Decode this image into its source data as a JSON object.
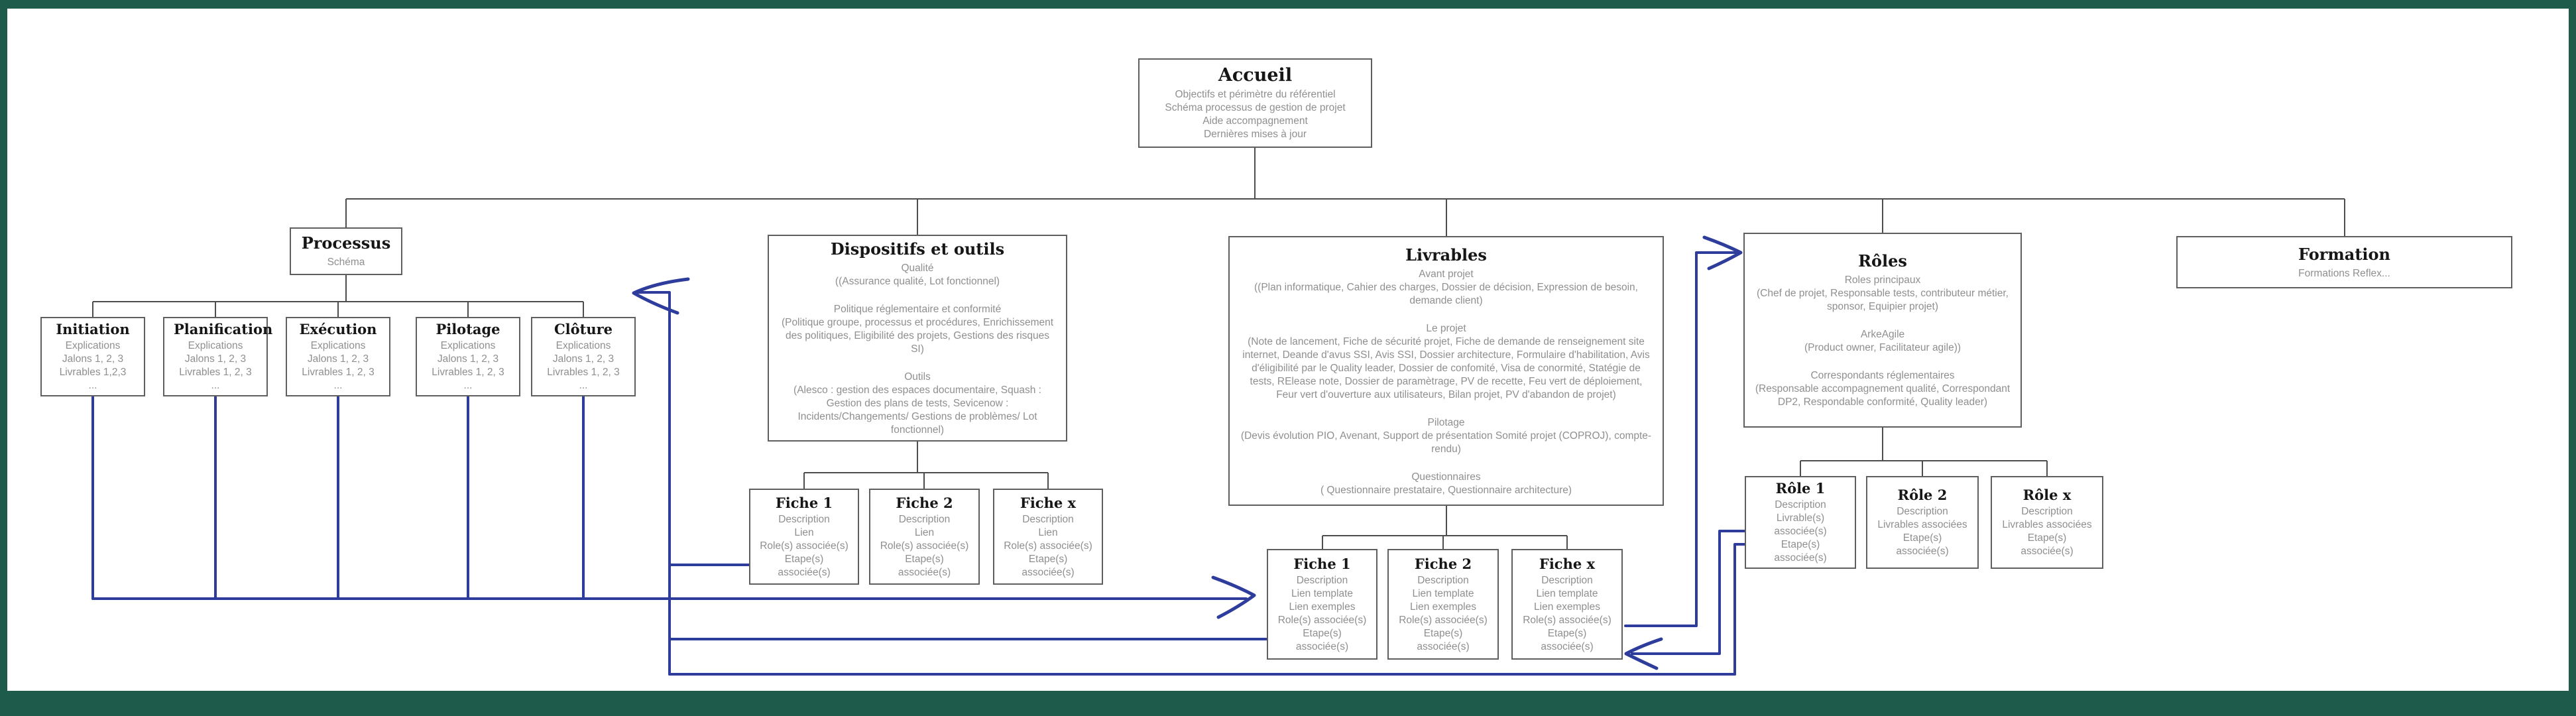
{
  "colors": {
    "frame_green": "#1f5b4b",
    "annotation_blue": "#2e3d9b",
    "tree_gray": "#4d4d4d",
    "box_border_gray": "#5f5f5f",
    "body_text_gray": "#8f8f8f",
    "title_text": "#161616"
  },
  "diagram": {
    "accueil": {
      "title": "Accueil",
      "lines": [
        "Objectifs et périmètre du référentiel",
        "Schéma processus de gestion de projet",
        "Aide accompagnement",
        "Dernières mises à jour"
      ]
    },
    "processus": {
      "title": "Processus",
      "lines": [
        "Schéma"
      ]
    },
    "etapes": [
      {
        "title": "Initiation",
        "lines": [
          "Explications",
          "Jalons 1, 2, 3",
          "Livrables 1,2,3",
          "..."
        ]
      },
      {
        "title": "Planification",
        "lines": [
          "Explications",
          "Jalons 1, 2, 3",
          "Livrables 1, 2, 3",
          "..."
        ]
      },
      {
        "title": "Exécution",
        "lines": [
          "Explications",
          "Jalons 1, 2, 3",
          "Livrables 1, 2, 3",
          "..."
        ]
      },
      {
        "title": "Pilotage",
        "lines": [
          "Explications",
          "Jalons 1, 2, 3",
          "Livrables 1, 2, 3",
          "..."
        ]
      },
      {
        "title": "Clôture",
        "lines": [
          "Explications",
          "Jalons 1, 2, 3",
          "Livrables 1, 2, 3",
          "..."
        ]
      }
    ],
    "dispositifs": {
      "title": "Dispositifs et outils",
      "lines": [
        "Qualité",
        "((Assurance qualité, Lot fonctionnel)",
        "",
        "Politique réglementaire et conformité",
        "(Politique groupe, processus et procédures, Enrichissement des politiques, Eligibilité des projets, Gestions des risques SI)",
        "",
        "Outils",
        "(Alesco : gestion des espaces documentaire, Squash : Gestion des plans de tests, Sevicenow : Incidents/Changements/ Gestions de problèmes/ Lot fonctionnel)"
      ]
    },
    "livrables": {
      "title": "Livrables",
      "lines": [
        "Avant projet",
        "((Plan informatique, Cahier des charges, Dossier de décision, Expression de besoin, demande client)",
        "",
        "Le projet",
        "(Note de lancement, Fiche de sécurité projet, Fiche de demande de renseignement site internet, Deande d'avus SSI, Avis SSI, Dossier architecture, Formulaire d'habilitation, Avis d'éligibilité par le Quality leader, Dossier de confomité, Visa de conormité, Statégie de tests, RElease note, Dossier de paramètrage, PV de recette, Feu vert de déploiement, Feur vert d'ouverture aux utilisateurs, Bilan projet, PV d'abandon de projet)",
        "",
        "Pilotage",
        "(Devis évolution PIO, Avenant, Support de présentation Somité projet (COPROJ), compte-rendu)",
        "",
        "Questionnaires",
        "( Questionnaire prestataire, Questionnaire architecture)"
      ]
    },
    "roles": {
      "title": "Rôles",
      "lines": [
        "Roles principaux",
        "(Chef de projet, Responsable tests, contributeur métier, sponsor, Equipier projet)",
        "",
        "ArkeAgile",
        "(Product owner, Facilitateur agile))",
        "",
        "Correspondants réglementaires",
        "(Responsable accompagnement qualité, Correspondant DP2, Respondable conformité, Quality leader)"
      ]
    },
    "formation": {
      "title": "Formation",
      "lines": [
        "Formations Reflex..."
      ]
    },
    "fiches_dispositifs": [
      {
        "title": "Fiche 1",
        "lines": [
          "Description",
          "Lien",
          "Role(s) associée(s)",
          "Etape(s) associée(s)"
        ]
      },
      {
        "title": "Fiche 2",
        "lines": [
          "Description",
          "Lien",
          "Role(s) associée(s)",
          "Etape(s) associée(s)"
        ]
      },
      {
        "title": "Fiche x",
        "lines": [
          "Description",
          "Lien",
          "Role(s) associée(s)",
          "Etape(s) associée(s)"
        ]
      }
    ],
    "fiches_livrables": [
      {
        "title": "Fiche 1",
        "lines": [
          "Description",
          "Lien template",
          "Lien exemples",
          "Role(s) associée(s)",
          "Etape(s) associée(s)"
        ]
      },
      {
        "title": "Fiche 2",
        "lines": [
          "Description",
          "Lien template",
          "Lien exemples",
          "Role(s) associée(s)",
          "Etape(s) associée(s)"
        ]
      },
      {
        "title": "Fiche x",
        "lines": [
          "Description",
          "Lien template",
          "Lien exemples",
          "Role(s) associée(s)",
          "Etape(s) associée(s)"
        ]
      }
    ],
    "fiches_roles": [
      {
        "title": "Rôle 1",
        "lines": [
          "Description",
          "Livrable(s) associée(s)",
          "Etape(s) associée(s)"
        ]
      },
      {
        "title": "Rôle 2",
        "lines": [
          "Description",
          "Livrables associées",
          "Etape(s) associée(s)"
        ]
      },
      {
        "title": "Rôle x",
        "lines": [
          "Description",
          "Livrables associées",
          "Etape(s) associée(s)"
        ]
      }
    ]
  }
}
